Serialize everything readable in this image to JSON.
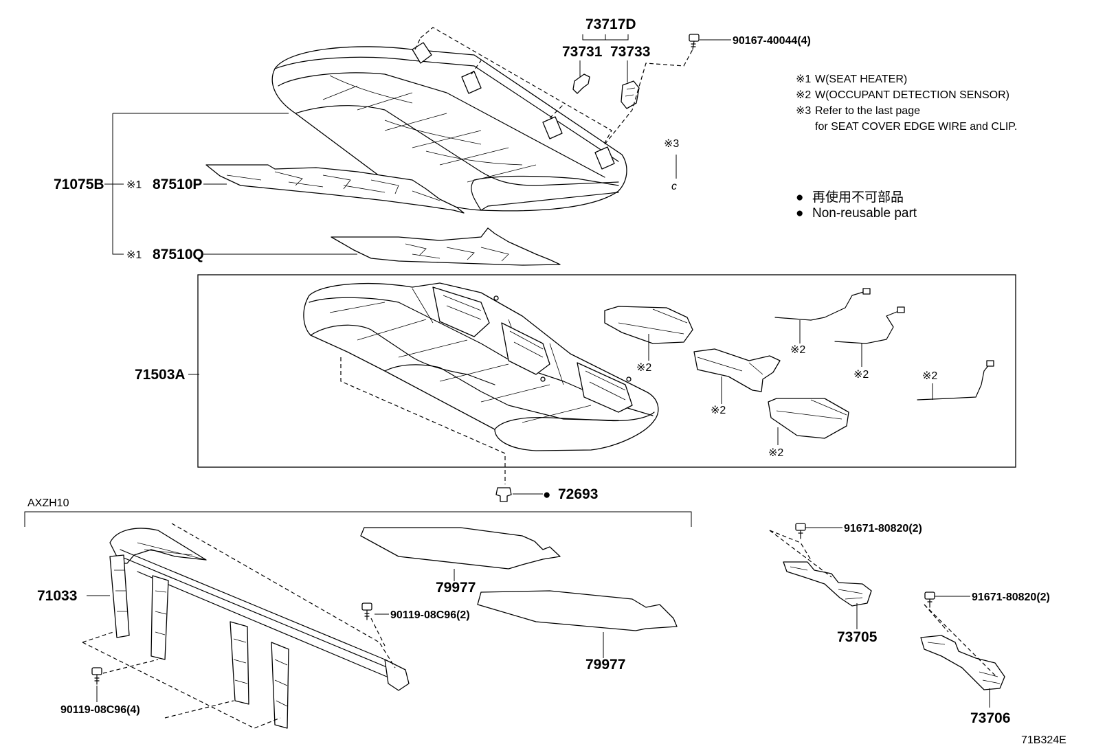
{
  "notes": [
    {
      "mark": "※1",
      "text": "W(SEAT HEATER)"
    },
    {
      "mark": "※2",
      "text": "W(OCCUPANT DETECTION SENSOR)"
    },
    {
      "mark": "※3",
      "text": "Refer to the last page"
    },
    {
      "mark": "",
      "text": "for SEAT COVER EDGE WIRE and CLIP."
    }
  ],
  "legend": {
    "bullet": "●",
    "line_jp": "再使用不可部品",
    "line_en": "Non-reusable part"
  },
  "marks": {
    "m1": "※1",
    "m2": "※2",
    "m3": "※3",
    "clip_glyph": "c"
  },
  "parts": {
    "p73717D": "73717D",
    "p73731": "73731",
    "p73733": "73733",
    "p90167": "90167-40044(4)",
    "p71075B": "71075B",
    "p87510P": "87510P",
    "p87510Q": "87510Q",
    "p71503A": "71503A",
    "p72693": "72693",
    "p71033": "71033",
    "p90119a": "90119-08C96(2)",
    "p90119b": "90119-08C96(4)",
    "p79977a": "79977",
    "p79977b": "79977",
    "p91671a": "91671-80820(2)",
    "p91671b": "91671-80820(2)",
    "p73705": "73705",
    "p73706": "73706"
  },
  "variant_label": "AXZH10",
  "drawing_id": "71B324E",
  "icons": [
    "bolt-icon",
    "clip-icon",
    "bullet-icon"
  ]
}
